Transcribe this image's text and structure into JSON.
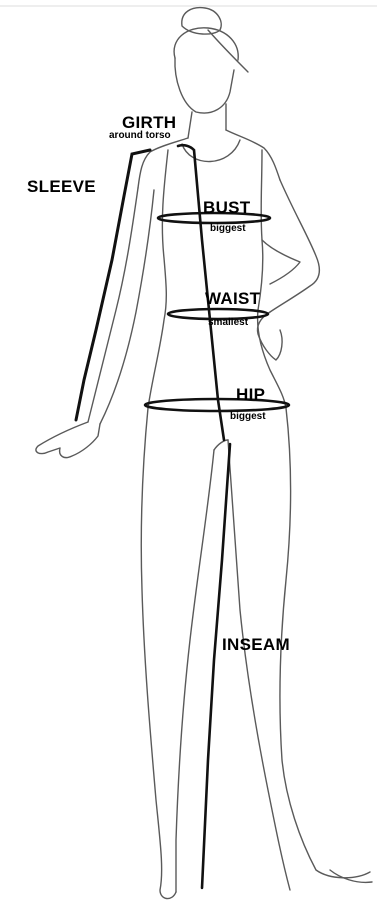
{
  "colors": {
    "sketch": "#5a5a5a",
    "measure": "#111111",
    "background": "#ffffff"
  },
  "labels": {
    "girth": "GIRTH",
    "girth_note": "around torso",
    "sleeve": "SLEEVE",
    "bust": "BUST",
    "bust_note": "biggest",
    "waist": "WAIST",
    "waist_note": "smallest",
    "hip": "HIP",
    "hip_note": "biggest",
    "inseam": "INSEAM"
  }
}
